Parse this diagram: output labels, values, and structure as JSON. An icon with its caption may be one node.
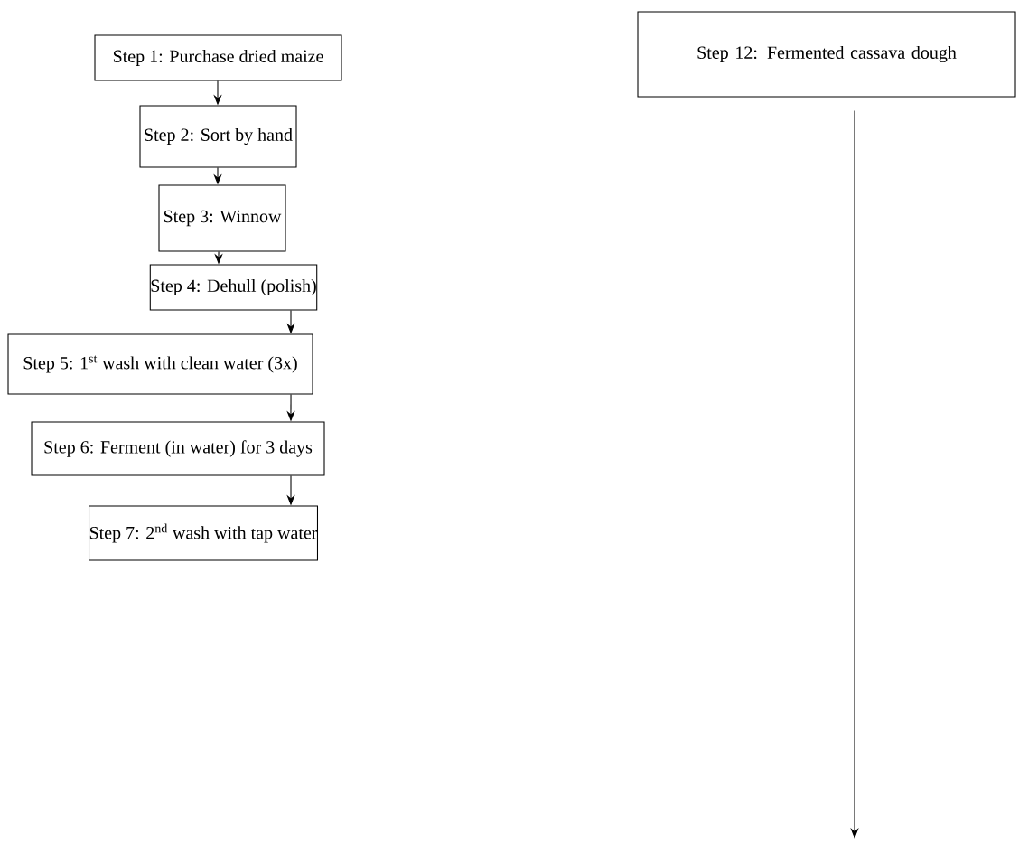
{
  "diagram": {
    "nodes": [
      {
        "text": [
          "Step 1: Purchase dried maize"
        ]
      },
      {
        "text": [
          "Step 2: Sort by hand"
        ]
      },
      {
        "text": [
          "Step 3: Winnow"
        ]
      },
      {
        "text": [
          "Step 4: Dehull (polish)"
        ]
      },
      {
        "text": [
          "Step 5: 1$^{st}$ wash with clean water (3x)"
        ]
      },
      {
        "text": [
          "Step 6: Ferment (in water) for 3 days"
        ]
      },
      {
        "text": [
          "Step 7: 2$^{nd}$ wash with tap water"
        ]
      },
      {
        "text": [
          "Step 12: Fermented cassava dough"
        ]
      }
    ],
    "edges": [
      {
        "from": 0,
        "to": 1,
        "arrow": "to"
      },
      {
        "from": 1,
        "to": 2,
        "arrow": "to"
      },
      {
        "from": 2,
        "to": 3,
        "arrow": "to"
      },
      {
        "from": 3,
        "to": 4,
        "arrow": "to"
      },
      {
        "from": 4,
        "to": 5,
        "arrow": "to"
      },
      {
        "from": 5,
        "to": 6,
        "arrow": "to"
      },
      {
        "from": 7,
        "to": null,
        "arrow": "to"
      }
    ]
  }
}
